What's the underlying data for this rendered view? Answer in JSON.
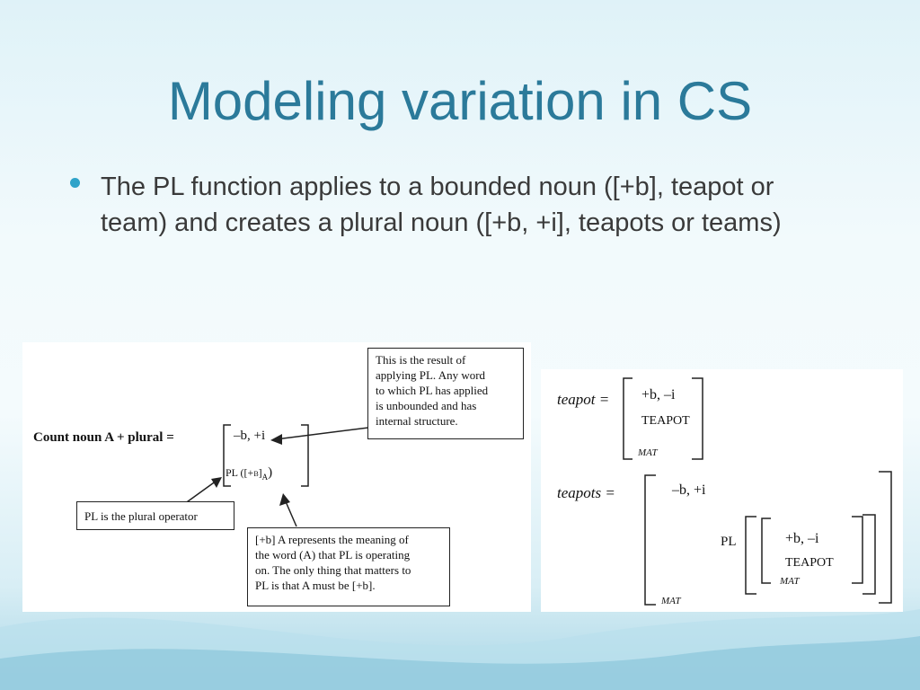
{
  "slide": {
    "title": "Modeling variation in CS",
    "bullet": "The PL function applies to a bounded noun ([+b], teapot or team) and creates a plural noun ([+b, +i], teapots or teams)"
  },
  "left_figure": {
    "formula_label": "Count noun A + plural =",
    "top_row": "–b, +i",
    "pl_text": "PL ([+b]",
    "pl_sub": "A",
    "pl_close": ")",
    "callout_result": {
      "line1": "This is the result of",
      "line2": "applying PL. Any word",
      "line3": "to which PL has applied",
      "line4": "is unbounded and has",
      "line5": "internal structure."
    },
    "callout_operator": "PL is the plural operator",
    "callout_meaning": {
      "line1": "[+b] A represents the meaning of",
      "line2": "the word (A) that PL is operating",
      "line3": "on. The only thing that matters to",
      "line4": "PL is that A must be [+b]."
    }
  },
  "right_figure": {
    "teapot_label": "teapot =",
    "teapot_features": "+b, –i",
    "teapot_word": "TEAPOT",
    "teapot_sub": "MAT",
    "teapots_label": "teapots =",
    "teapots_features": "–b, +i",
    "pl_label": "PL",
    "inner_features": "+b, –i",
    "inner_word": "TEAPOT",
    "inner_sub": "MAT",
    "outer_sub": "MAT"
  },
  "colors": {
    "title": "#2b7a9a",
    "bullet_dot": "#2fa3c9",
    "body_text": "#3a3a3a"
  }
}
